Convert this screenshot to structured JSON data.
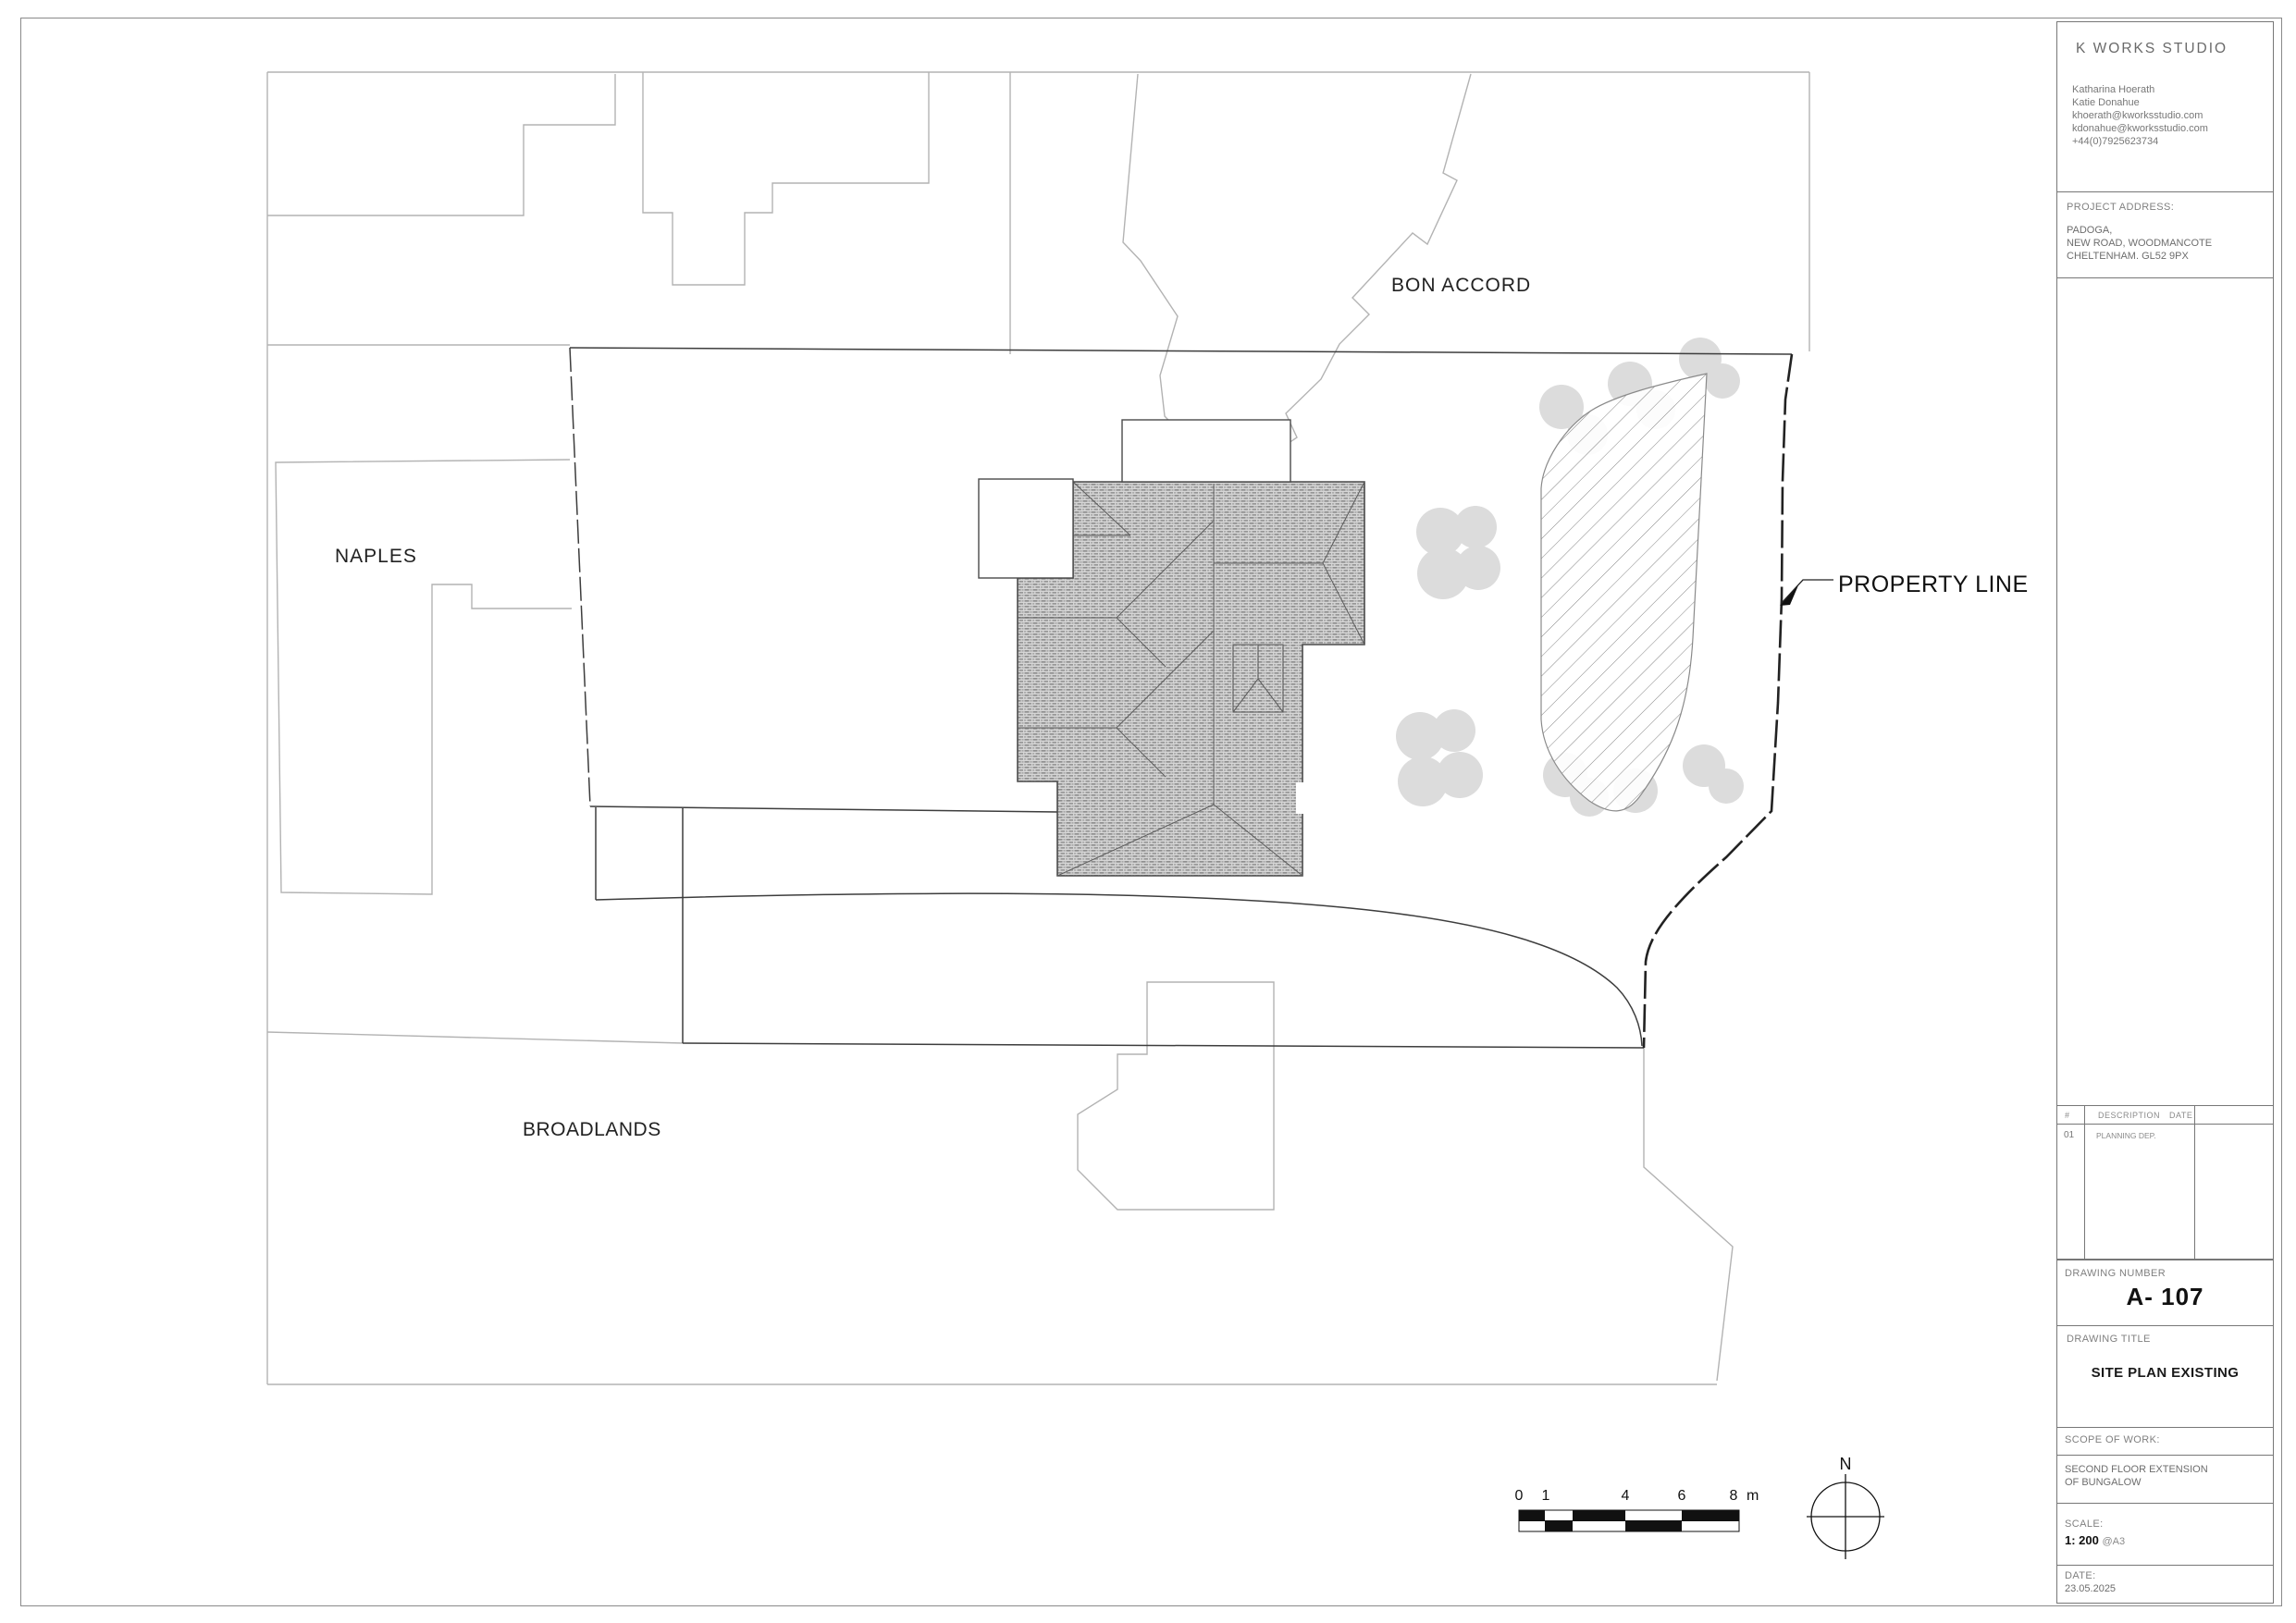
{
  "title_block": {
    "company": "K WORKS STUDIO",
    "contact_lines": {
      "0": "Katharina Hoerath",
      "1": "Katie Donahue",
      "2": "khoerath@kworksstudio.com",
      "3": "kdonahue@kworksstudio.com",
      "4": "+44(0)7925623734"
    },
    "project_address_label": "PROJECT ADDRESS:",
    "project_address_lines": {
      "0": "PADOGA,",
      "1": "NEW ROAD, WOODMANCOTE",
      "2": "CHELTENHAM. GL52 9PX"
    },
    "revisions": {
      "col_rev": "#",
      "col_description": "DESCRIPTION",
      "col_date": "DATE",
      "rows": [
        {
          "rev": "01",
          "description": "PLANNING DEP.",
          "date": ""
        }
      ]
    },
    "drawing_number_label": "DRAWING NUMBER",
    "drawing_number": "A- 107",
    "drawing_title_label": "DRAWING TITLE",
    "drawing_title": "SITE PLAN EXISTING",
    "scope_label": "SCOPE OF WORK:",
    "scope_lines": {
      "0": "SECOND FLOOR EXTENSION",
      "1": "OF BUNGALOW"
    },
    "scale_label": "SCALE:",
    "scale_value": "1: 200",
    "scale_suffix": "@A3",
    "date_label": "DATE:",
    "date_value": "23.05.2025"
  },
  "plan": {
    "labels": {
      "neighbor_top": "BON ACCORD",
      "neighbor_left": "NAPLES",
      "neighbor_bottom": "BROADLANDS",
      "property_line": "PROPERTY LINE"
    }
  },
  "scale_bar": {
    "ticks": {
      "0": "0",
      "1": "1",
      "2": "4",
      "3": "6",
      "4": "8"
    },
    "unit": "m"
  },
  "north_indicator": {
    "label": "N"
  }
}
